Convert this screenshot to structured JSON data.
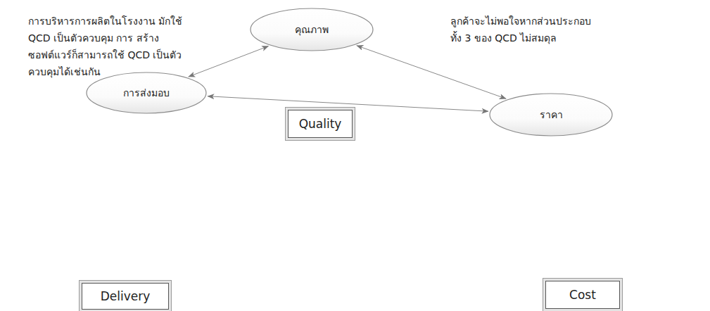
{
  "diagram": {
    "nodes": [
      {
        "text": [
          "คุณภาพ"
        ]
      },
      {
        "text": [
          "Quality"
        ]
      },
      {
        "text": [
          "การส่งมอบ"
        ]
      },
      {
        "text": [
          "ราคา"
        ]
      },
      {
        "text": [
          "Delivery"
        ]
      },
      {
        "text": [
          "Cost"
        ]
      }
    ],
    "edges": [
      {
        "from": 0,
        "to": 2,
        "arrow": "both"
      },
      {
        "from": 0,
        "to": 3,
        "arrow": "both"
      },
      {
        "from": 2,
        "to": 3,
        "arrow": "both"
      }
    ],
    "labels": [
      "การบริหารการผลิตในโรงงาน มักใช้ QCD เป็นตัวควบคุม การ สร้างซอฟต์แวร์ก็สามารถใช้ QCD เป็นตัวควบคุมได้เช่นกัน",
      "ลูกค้าจะไม่พอใจหากส่วนประกอบ ทั้ง 3 ของ QCD ไม่สมดุล"
    ]
  }
}
